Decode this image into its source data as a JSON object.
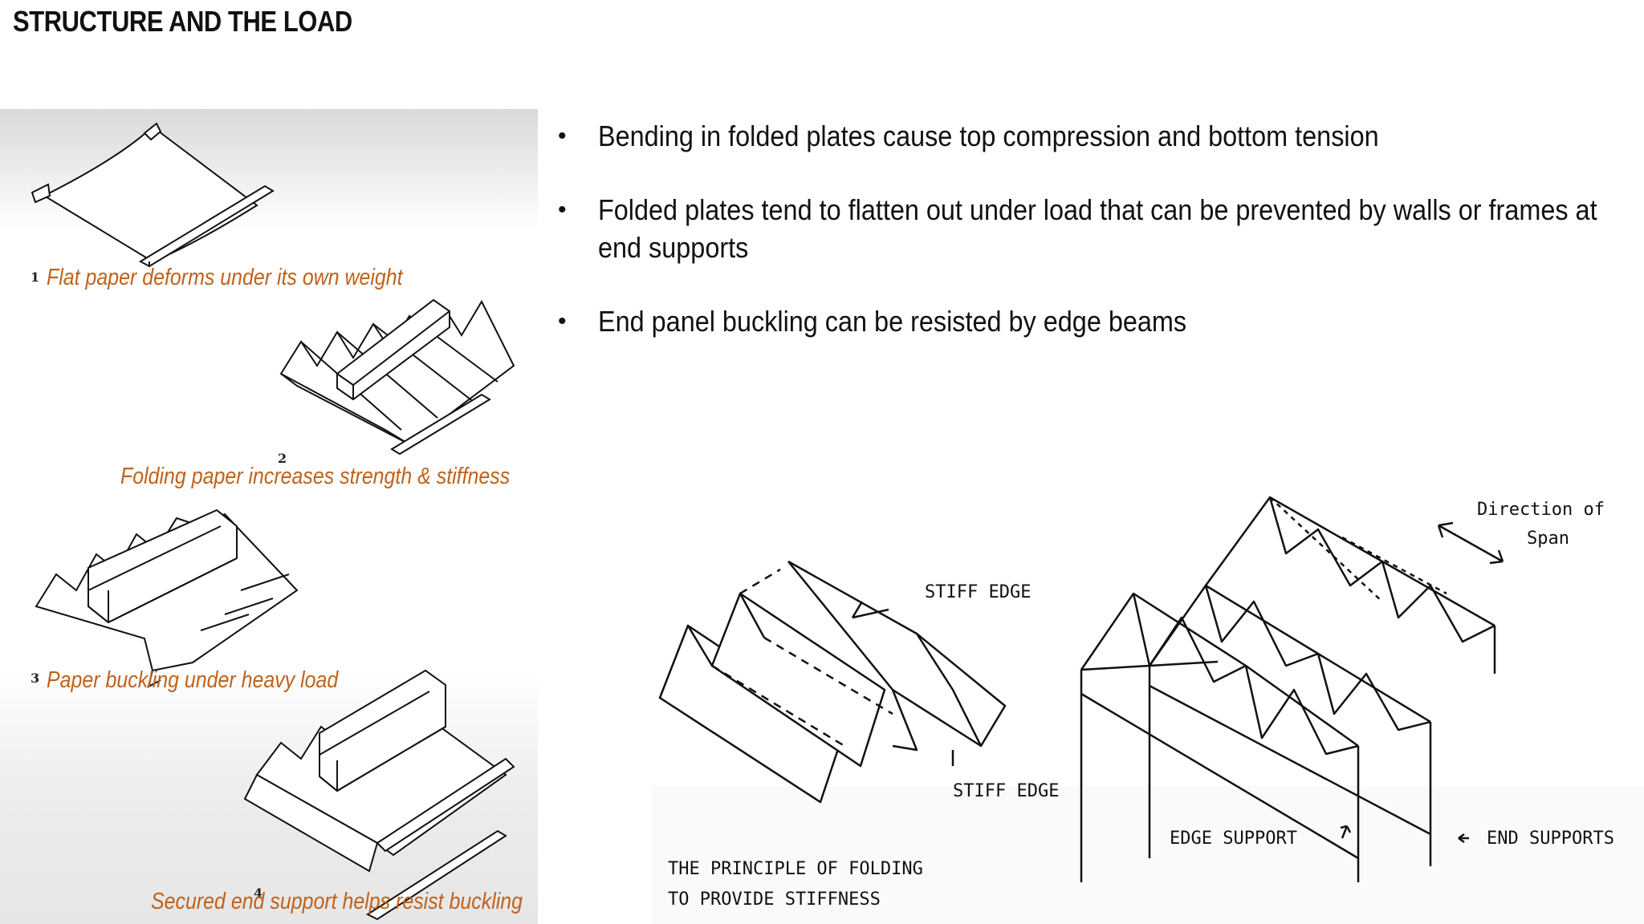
{
  "title": "STRUCTURE AND THE LOAD",
  "figures": [
    {
      "number": "1",
      "caption": "Flat paper deforms under its own weight"
    },
    {
      "number": "2",
      "caption": "Folding paper increases strength & stiffness"
    },
    {
      "number": "3",
      "caption": "Paper buckling under heavy load"
    },
    {
      "number": "4",
      "caption": "Secured end support helps resist buckling"
    }
  ],
  "bullets": [
    "Bending in folded plates cause top compression and bottom tension",
    "Folded plates tend to flatten out under load that can be prevented by walls or frames at end supports",
    "End panel buckling can be resisted by edge beams"
  ],
  "sketch": {
    "stiff_edge_top": "STIFF EDGE",
    "stiff_edge_bottom": "STIFF EDGE",
    "principle_line1": "THE PRINCIPLE OF FOLDING",
    "principle_line2": "TO PROVIDE STIFFNESS",
    "direction_line1": "Direction of",
    "direction_line2": "Span",
    "edge_support": "EDGE SUPPORT",
    "end_supports": "END SUPPORTS"
  }
}
